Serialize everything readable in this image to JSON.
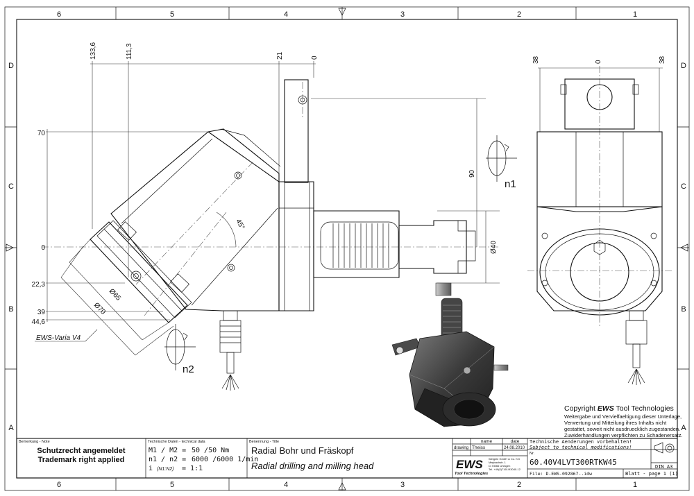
{
  "frame": {
    "columns_top": [
      "6",
      "5",
      "4",
      "3",
      "2",
      "1"
    ],
    "columns_bottom": [
      "6",
      "5",
      "4",
      "3",
      "2",
      "1"
    ],
    "rows_left": [
      "D",
      "C",
      "B",
      "A"
    ],
    "rows_right": [
      "D",
      "C",
      "B",
      "A"
    ]
  },
  "dimensions": {
    "left_vertical": [
      "70",
      "0",
      "22,3",
      "39",
      "44,6"
    ],
    "top": [
      "133,6",
      "111,3",
      "21",
      "0"
    ],
    "angle": "45°",
    "diam_65": "Ø65",
    "diam_70": "Ø70",
    "diam_40": "Ø40",
    "dist_90": "90",
    "side_top": [
      "38",
      "0",
      "38"
    ]
  },
  "labels": {
    "n1": "n1",
    "n2": "n2",
    "variant": "EWS-Varia V4"
  },
  "copyright": {
    "title_prefix": "Copyright ",
    "title_brand": "EWS",
    "title_suffix": " Tool Technologies",
    "lines": [
      "Weitergabe und Vervielfaeltigung dieser Unterlage,",
      "Verwertung und Mitteilung ihres Inhalts nicht",
      "gestattet, soweit nicht ausdruecklich zugestanden.",
      "Zuwiderhandlungen verpflichten zu Schadenersatz."
    ]
  },
  "title_block": {
    "remark_header": "Bemerkung - Note",
    "remark_line1": "Schutzrecht angemeldet",
    "remark_line2": "Trademark right applied",
    "tech_header": "Technische Daten - technical data",
    "tech_m_label": "M1 / M2 =",
    "tech_m_value": "50  /50  Nm",
    "tech_n_label": "n1 / n2 =",
    "tech_n_value": "6000 /6000  1/min",
    "tech_i_label": "i",
    "tech_i_sub": "(N1:N2)",
    "tech_i_value": "= 1:1",
    "name_header": "Benennung - Title",
    "name_de": "Radial Bohr und Fräskopf",
    "name_en": "Radial drilling and milling head",
    "col_name": "name",
    "col_date": "date",
    "row_drawing": "drawing",
    "drawer": "Theiss",
    "draw_date": "24.08.2010",
    "company_logo": "EWS",
    "company_sub": "Tool Technologies",
    "company_addr": [
      "Weigele GmbH & Co. KG",
      "Maybachstr. 1",
      "D-73066 Uhingen",
      "Tel. +49(0)7161/93040-12"
    ],
    "change_de": "Technische Aenderungen vorbehalten!",
    "change_en": "Subject to technical modifications!",
    "nr_label": "Nr.",
    "part_no": "60.40V4LVT300RTKW45",
    "din": "DIN A3",
    "file": "File: D-EWS-092867-.idw",
    "page": "Blatt - page  1 (1)"
  }
}
